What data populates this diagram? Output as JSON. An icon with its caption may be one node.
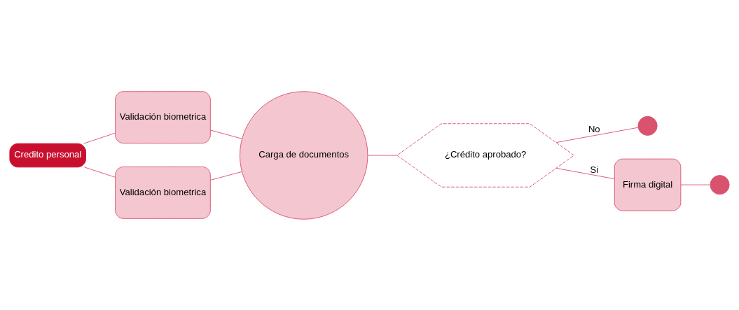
{
  "diagram": {
    "nodes": [
      {
        "text": [
          "Credito personal"
        ]
      },
      {
        "text": [
          "Validación biometrica"
        ]
      },
      {
        "text": [
          "Validación biometrica"
        ]
      },
      {
        "text": [
          "Carga de documentos"
        ]
      },
      {
        "text": [
          "¿Crédito aprobado?"
        ]
      },
      {
        "text": [],
        "shape": "circle"
      },
      {
        "text": [
          "Firma digital"
        ]
      },
      {
        "text": [],
        "shape": "circle"
      }
    ],
    "edges": [
      {
        "from": 0,
        "to": 1,
        "arrow": "none"
      },
      {
        "from": 0,
        "to": 2,
        "arrow": "none"
      },
      {
        "from": 1,
        "to": 3,
        "arrow": "none"
      },
      {
        "from": 2,
        "to": 3,
        "arrow": "none"
      },
      {
        "from": 3,
        "to": 4,
        "arrow": "none"
      },
      {
        "from": 4,
        "to": 5,
        "arrow": "none",
        "label": "No"
      },
      {
        "from": 4,
        "to": 6,
        "arrow": "none",
        "label": "Si"
      },
      {
        "from": 6,
        "to": 7,
        "arrow": "none"
      }
    ]
  }
}
